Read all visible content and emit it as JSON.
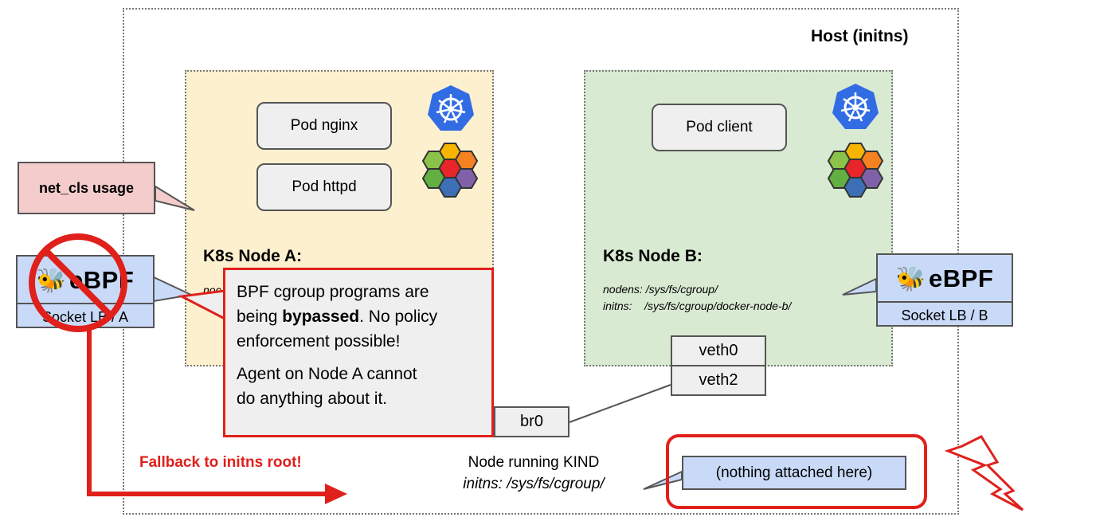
{
  "host": {
    "title": "Host (initns)"
  },
  "node_a": {
    "title": "K8s Node A:",
    "path_partial": "noc",
    "pods": [
      "Pod nginx",
      "Pod httpd"
    ]
  },
  "node_b": {
    "title": "K8s Node B:",
    "path_nodens": "nodens: /sys/fs/cgroup/",
    "path_initns": "initns:    /sys/fs/cgroup/docker-node-b/",
    "pods": [
      "Pod client"
    ],
    "veths": [
      "veth0",
      "veth2"
    ]
  },
  "bridge": {
    "label": "br0"
  },
  "net_cls": {
    "label": "net_cls usage"
  },
  "ebpf_a": {
    "word": "eBPF",
    "caption": "Socket LB / A"
  },
  "ebpf_b": {
    "word": "eBPF",
    "caption": "Socket LB / B"
  },
  "warning_callout": {
    "line1": "BPF cgroup programs are",
    "line2_prefix": "being ",
    "line2_bold": "bypassed",
    "line2_suffix": ". No policy",
    "line3": "enforcement possible!",
    "line4": "Agent on Node A cannot",
    "line5": "do anything about it."
  },
  "fallback": {
    "label": "Fallback to initns root!"
  },
  "kind_node": {
    "line1": "Node running KIND",
    "line2": "initns: /sys/fs/cgroup/"
  },
  "nothing_attached": {
    "label": "(nothing attached here)"
  },
  "colors": {
    "warning_red": "#e0201b",
    "k8s_blue": "#326ce5",
    "node_a_bg": "#fdf0cf",
    "node_b_bg": "#d9ead3",
    "ebpf_bg": "#c9daf8",
    "net_cls_bg": "#f4cccc"
  }
}
